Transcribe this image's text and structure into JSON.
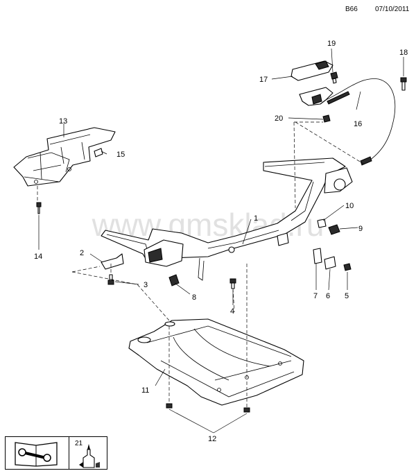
{
  "header": {
    "code": "B66",
    "date": "07/10/2011"
  },
  "watermark": "www.gmsklad.ru",
  "callouts": [
    "1",
    "2",
    "3",
    "4",
    "5",
    "6",
    "7",
    "8",
    "9",
    "10",
    "11",
    "12",
    "13",
    "14",
    "15",
    "16",
    "17",
    "18",
    "19",
    "20",
    "21"
  ],
  "legend": {
    "number": "21",
    "book_icon": "manual-wrench-icon",
    "tool_icon": "sealant-bottle-icon"
  }
}
